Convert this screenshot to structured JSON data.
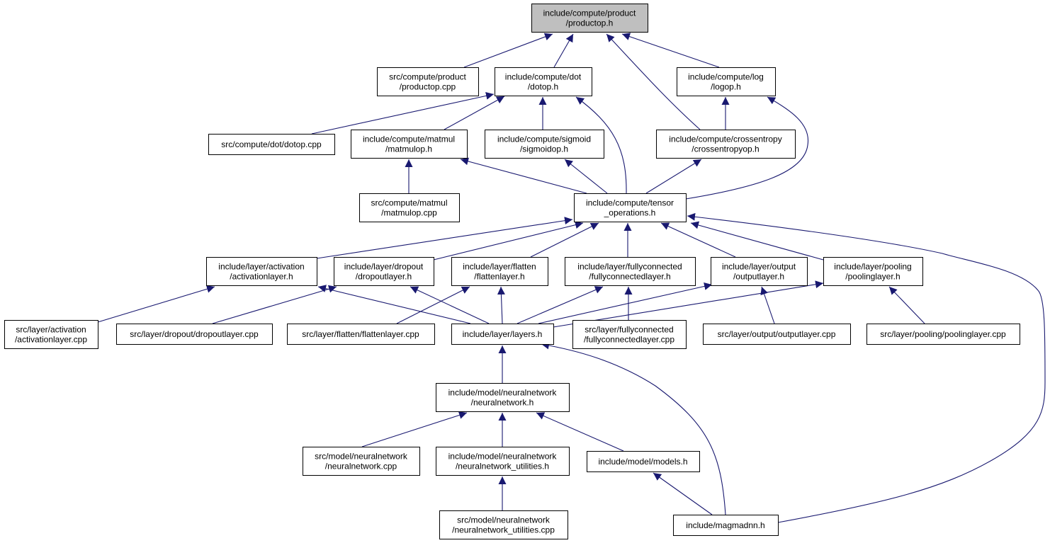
{
  "colors": {
    "edge": "#191970",
    "root_fill": "#bfbfbf",
    "node_fill": "#ffffff",
    "border": "#000000"
  },
  "nodes": {
    "productop_h": [
      "include/compute/product",
      "/productop.h"
    ],
    "productop_cpp": [
      "src/compute/product",
      "/productop.cpp"
    ],
    "dotop_h": [
      "include/compute/dot",
      "/dotop.h"
    ],
    "logop_h": [
      "include/compute/log",
      "/logop.h"
    ],
    "dotop_cpp": [
      "src/compute/dot/dotop.cpp"
    ],
    "matmulop_h": [
      "include/compute/matmul",
      "/matmulop.h"
    ],
    "sigmoidop_h": [
      "include/compute/sigmoid",
      "/sigmoidop.h"
    ],
    "crossentropyop_h": [
      "include/compute/crossentropy",
      "/crossentropyop.h"
    ],
    "matmulop_cpp": [
      "src/compute/matmul",
      "/matmulop.cpp"
    ],
    "tensor_operations_h": [
      "include/compute/tensor",
      "_operations.h"
    ],
    "activationlayer_h": [
      "include/layer/activation",
      "/activationlayer.h"
    ],
    "dropoutlayer_h": [
      "include/layer/dropout",
      "/dropoutlayer.h"
    ],
    "flattenlayer_h": [
      "include/layer/flatten",
      "/flattenlayer.h"
    ],
    "fullyconnectedlayer_h": [
      "include/layer/fullyconnected",
      "/fullyconnectedlayer.h"
    ],
    "outputlayer_h": [
      "include/layer/output",
      "/outputlayer.h"
    ],
    "poolinglayer_h": [
      "include/layer/pooling",
      "/poolinglayer.h"
    ],
    "activationlayer_cpp": [
      "src/layer/activation",
      "/activationlayer.cpp"
    ],
    "dropoutlayer_cpp": [
      "src/layer/dropout/dropoutlayer.cpp"
    ],
    "flattenlayer_cpp": [
      "src/layer/flatten/flattenlayer.cpp"
    ],
    "layers_h": [
      "include/layer/layers.h"
    ],
    "fullyconnectedlayer_cpp": [
      "src/layer/fullyconnected",
      "/fullyconnectedlayer.cpp"
    ],
    "outputlayer_cpp": [
      "src/layer/output/outputlayer.cpp"
    ],
    "poolinglayer_cpp": [
      "src/layer/pooling/poolinglayer.cpp"
    ],
    "neuralnetwork_h": [
      "include/model/neuralnetwork",
      "/neuralnetwork.h"
    ],
    "neuralnetwork_cpp": [
      "src/model/neuralnetwork",
      "/neuralnetwork.cpp"
    ],
    "neuralnetwork_utilities_h": [
      "include/model/neuralnetwork",
      "/neuralnetwork_utilities.h"
    ],
    "models_h": [
      "include/model/models.h"
    ],
    "neuralnetwork_utilities_cpp": [
      "src/model/neuralnetwork",
      "/neuralnetwork_utilities.cpp"
    ],
    "magmadnn_h": [
      "include/magmadnn.h"
    ]
  },
  "edges": [
    [
      "productop_cpp",
      "productop_h"
    ],
    [
      "dotop_h",
      "productop_h"
    ],
    [
      "crossentropyop_h",
      "productop_h"
    ],
    [
      "logop_h",
      "productop_h"
    ],
    [
      "dotop_cpp",
      "dotop_h"
    ],
    [
      "matmulop_h",
      "dotop_h"
    ],
    [
      "sigmoidop_h",
      "dotop_h"
    ],
    [
      "tensor_operations_h",
      "dotop_h"
    ],
    [
      "crossentropyop_h",
      "logop_h"
    ],
    [
      "tensor_operations_h",
      "logop_h"
    ],
    [
      "matmulop_cpp",
      "matmulop_h"
    ],
    [
      "tensor_operations_h",
      "matmulop_h"
    ],
    [
      "tensor_operations_h",
      "sigmoidop_h"
    ],
    [
      "tensor_operations_h",
      "crossentropyop_h"
    ],
    [
      "activationlayer_h",
      "tensor_operations_h"
    ],
    [
      "dropoutlayer_h",
      "tensor_operations_h"
    ],
    [
      "flattenlayer_h",
      "tensor_operations_h"
    ],
    [
      "fullyconnectedlayer_h",
      "tensor_operations_h"
    ],
    [
      "outputlayer_h",
      "tensor_operations_h"
    ],
    [
      "poolinglayer_h",
      "tensor_operations_h"
    ],
    [
      "magmadnn_h",
      "tensor_operations_h"
    ],
    [
      "activationlayer_cpp",
      "activationlayer_h"
    ],
    [
      "layers_h",
      "activationlayer_h"
    ],
    [
      "dropoutlayer_cpp",
      "dropoutlayer_h"
    ],
    [
      "layers_h",
      "dropoutlayer_h"
    ],
    [
      "flattenlayer_cpp",
      "flattenlayer_h"
    ],
    [
      "layers_h",
      "flattenlayer_h"
    ],
    [
      "layers_h",
      "fullyconnectedlayer_h"
    ],
    [
      "fullyconnectedlayer_cpp",
      "fullyconnectedlayer_h"
    ],
    [
      "layers_h",
      "outputlayer_h"
    ],
    [
      "outputlayer_cpp",
      "outputlayer_h"
    ],
    [
      "layers_h",
      "poolinglayer_h"
    ],
    [
      "poolinglayer_cpp",
      "poolinglayer_h"
    ],
    [
      "neuralnetwork_h",
      "layers_h"
    ],
    [
      "magmadnn_h",
      "layers_h"
    ],
    [
      "neuralnetwork_cpp",
      "neuralnetwork_h"
    ],
    [
      "neuralnetwork_utilities_h",
      "neuralnetwork_h"
    ],
    [
      "models_h",
      "neuralnetwork_h"
    ],
    [
      "neuralnetwork_utilities_cpp",
      "neuralnetwork_utilities_h"
    ],
    [
      "magmadnn_h",
      "models_h"
    ]
  ]
}
